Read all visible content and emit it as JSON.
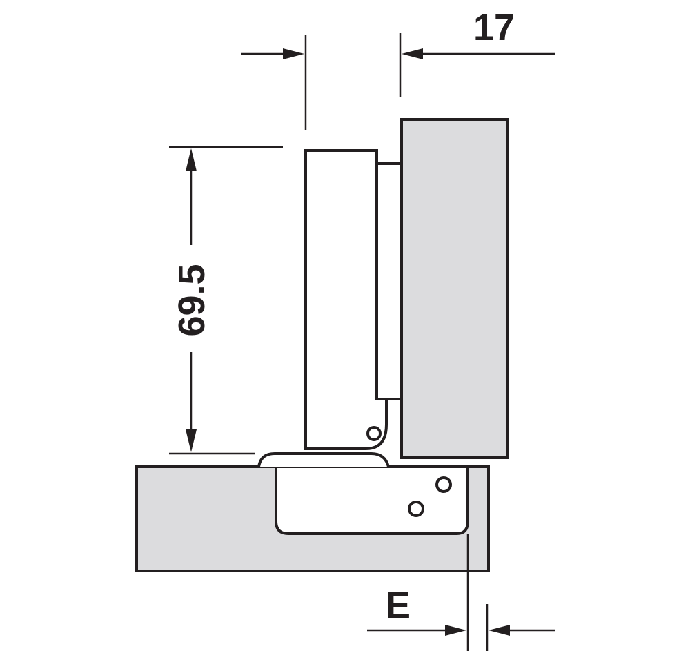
{
  "dimensions": {
    "top_width": "17",
    "height": "69.5",
    "overlay": "E"
  },
  "colors": {
    "line": "#231f20",
    "panel_fill": "#dcdcde",
    "background": "#ffffff"
  }
}
